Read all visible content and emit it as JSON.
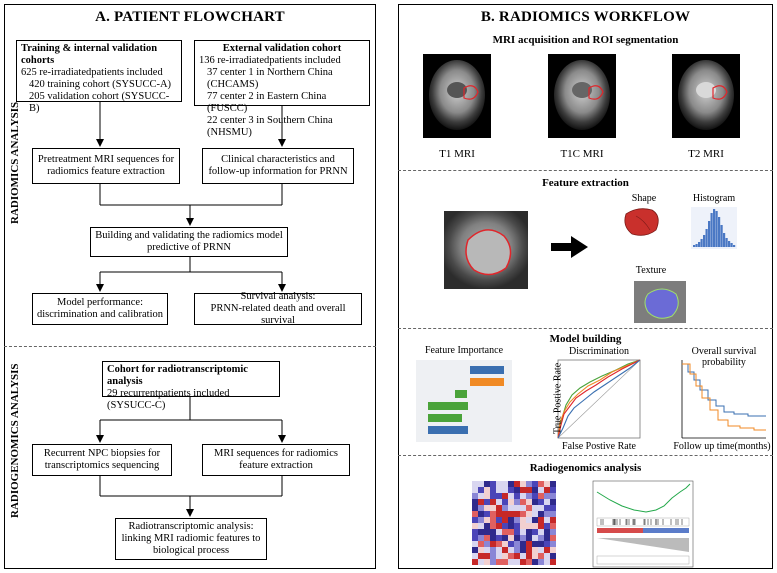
{
  "left": {
    "title": "A. PATIENT FLOWCHART",
    "radiomics_label": "RADIOMICS ANALYSIS",
    "radiogenomics_label": "RADIOGENOMICS ANALYSIS",
    "training": {
      "head": "Training & internal validation cohorts",
      "l1": "625 re-irradiatedpatients included",
      "l2": "420 training cohort (SYSUCC-A)",
      "l3": "205 validation cohort (SYSUCC-B)"
    },
    "external": {
      "head": "External validation cohort",
      "l1": "136 re-irradiatedpatients included",
      "l2": "37 center 1 in Northern China (CHCAMS)",
      "l3": "77 center 2 in Eastern China (FUSCC)",
      "l4": "22 center 3 in Southern China (NHSMU)"
    },
    "pretreat": {
      "l1": "Pretreatment MRI sequences for",
      "l2": "radiomics feature extraction"
    },
    "clinical": {
      "l1": "Clinical characteristics and",
      "l2": "follow-up information for PRNN"
    },
    "building": {
      "l1": "Building and validating the radiomics model",
      "l2": "predictive of PRNN"
    },
    "model_perf": {
      "l1": "Model performance:",
      "l2": "discrimination and calibration"
    },
    "survival": {
      "l1": "Survival analysis:",
      "l2": "PRNN-related death and overall survival"
    },
    "cohort_rt": {
      "head": "Cohort for radiotranscriptomic analysis",
      "l1": "29 recurrentpatients included (SYSUCC-C)"
    },
    "biopsy": {
      "l1": "Recurrent NPC biopsies for",
      "l2": "transcriptomics sequencing"
    },
    "mri_seq": {
      "l1": "MRI sequences for radiomics",
      "l2": "feature extraction"
    },
    "radiotrans": {
      "l1": "Radiotranscriptomic analysis:",
      "l2": "linking MRI radiomic features to",
      "l3": "biological process"
    }
  },
  "right": {
    "title": "B. RADIOMICS WORKFLOW",
    "mri_section": "MRI acquisition and ROI segmentation",
    "t1": "T1 MRI",
    "t1c": "T1C MRI",
    "t2": "T2 MRI",
    "feature_section": "Feature extraction",
    "shape": "Shape",
    "histogram": "Histogram",
    "texture": "Texture",
    "model_section": "Model building",
    "feat_importance": "Feature Importance",
    "discrimination": "Discrimination",
    "tpr": "True Postive Rate",
    "fpr": "False Postive Rate",
    "os_l1": "Overall survival",
    "os_l2": "probability",
    "followup": "Follow up time(months)",
    "rg_section": "Radiogenomics analysis"
  },
  "colors": {
    "roi": "#e0262b",
    "blue": "#3a6fb0",
    "orange": "#f08a24",
    "green": "#4aa33a"
  }
}
